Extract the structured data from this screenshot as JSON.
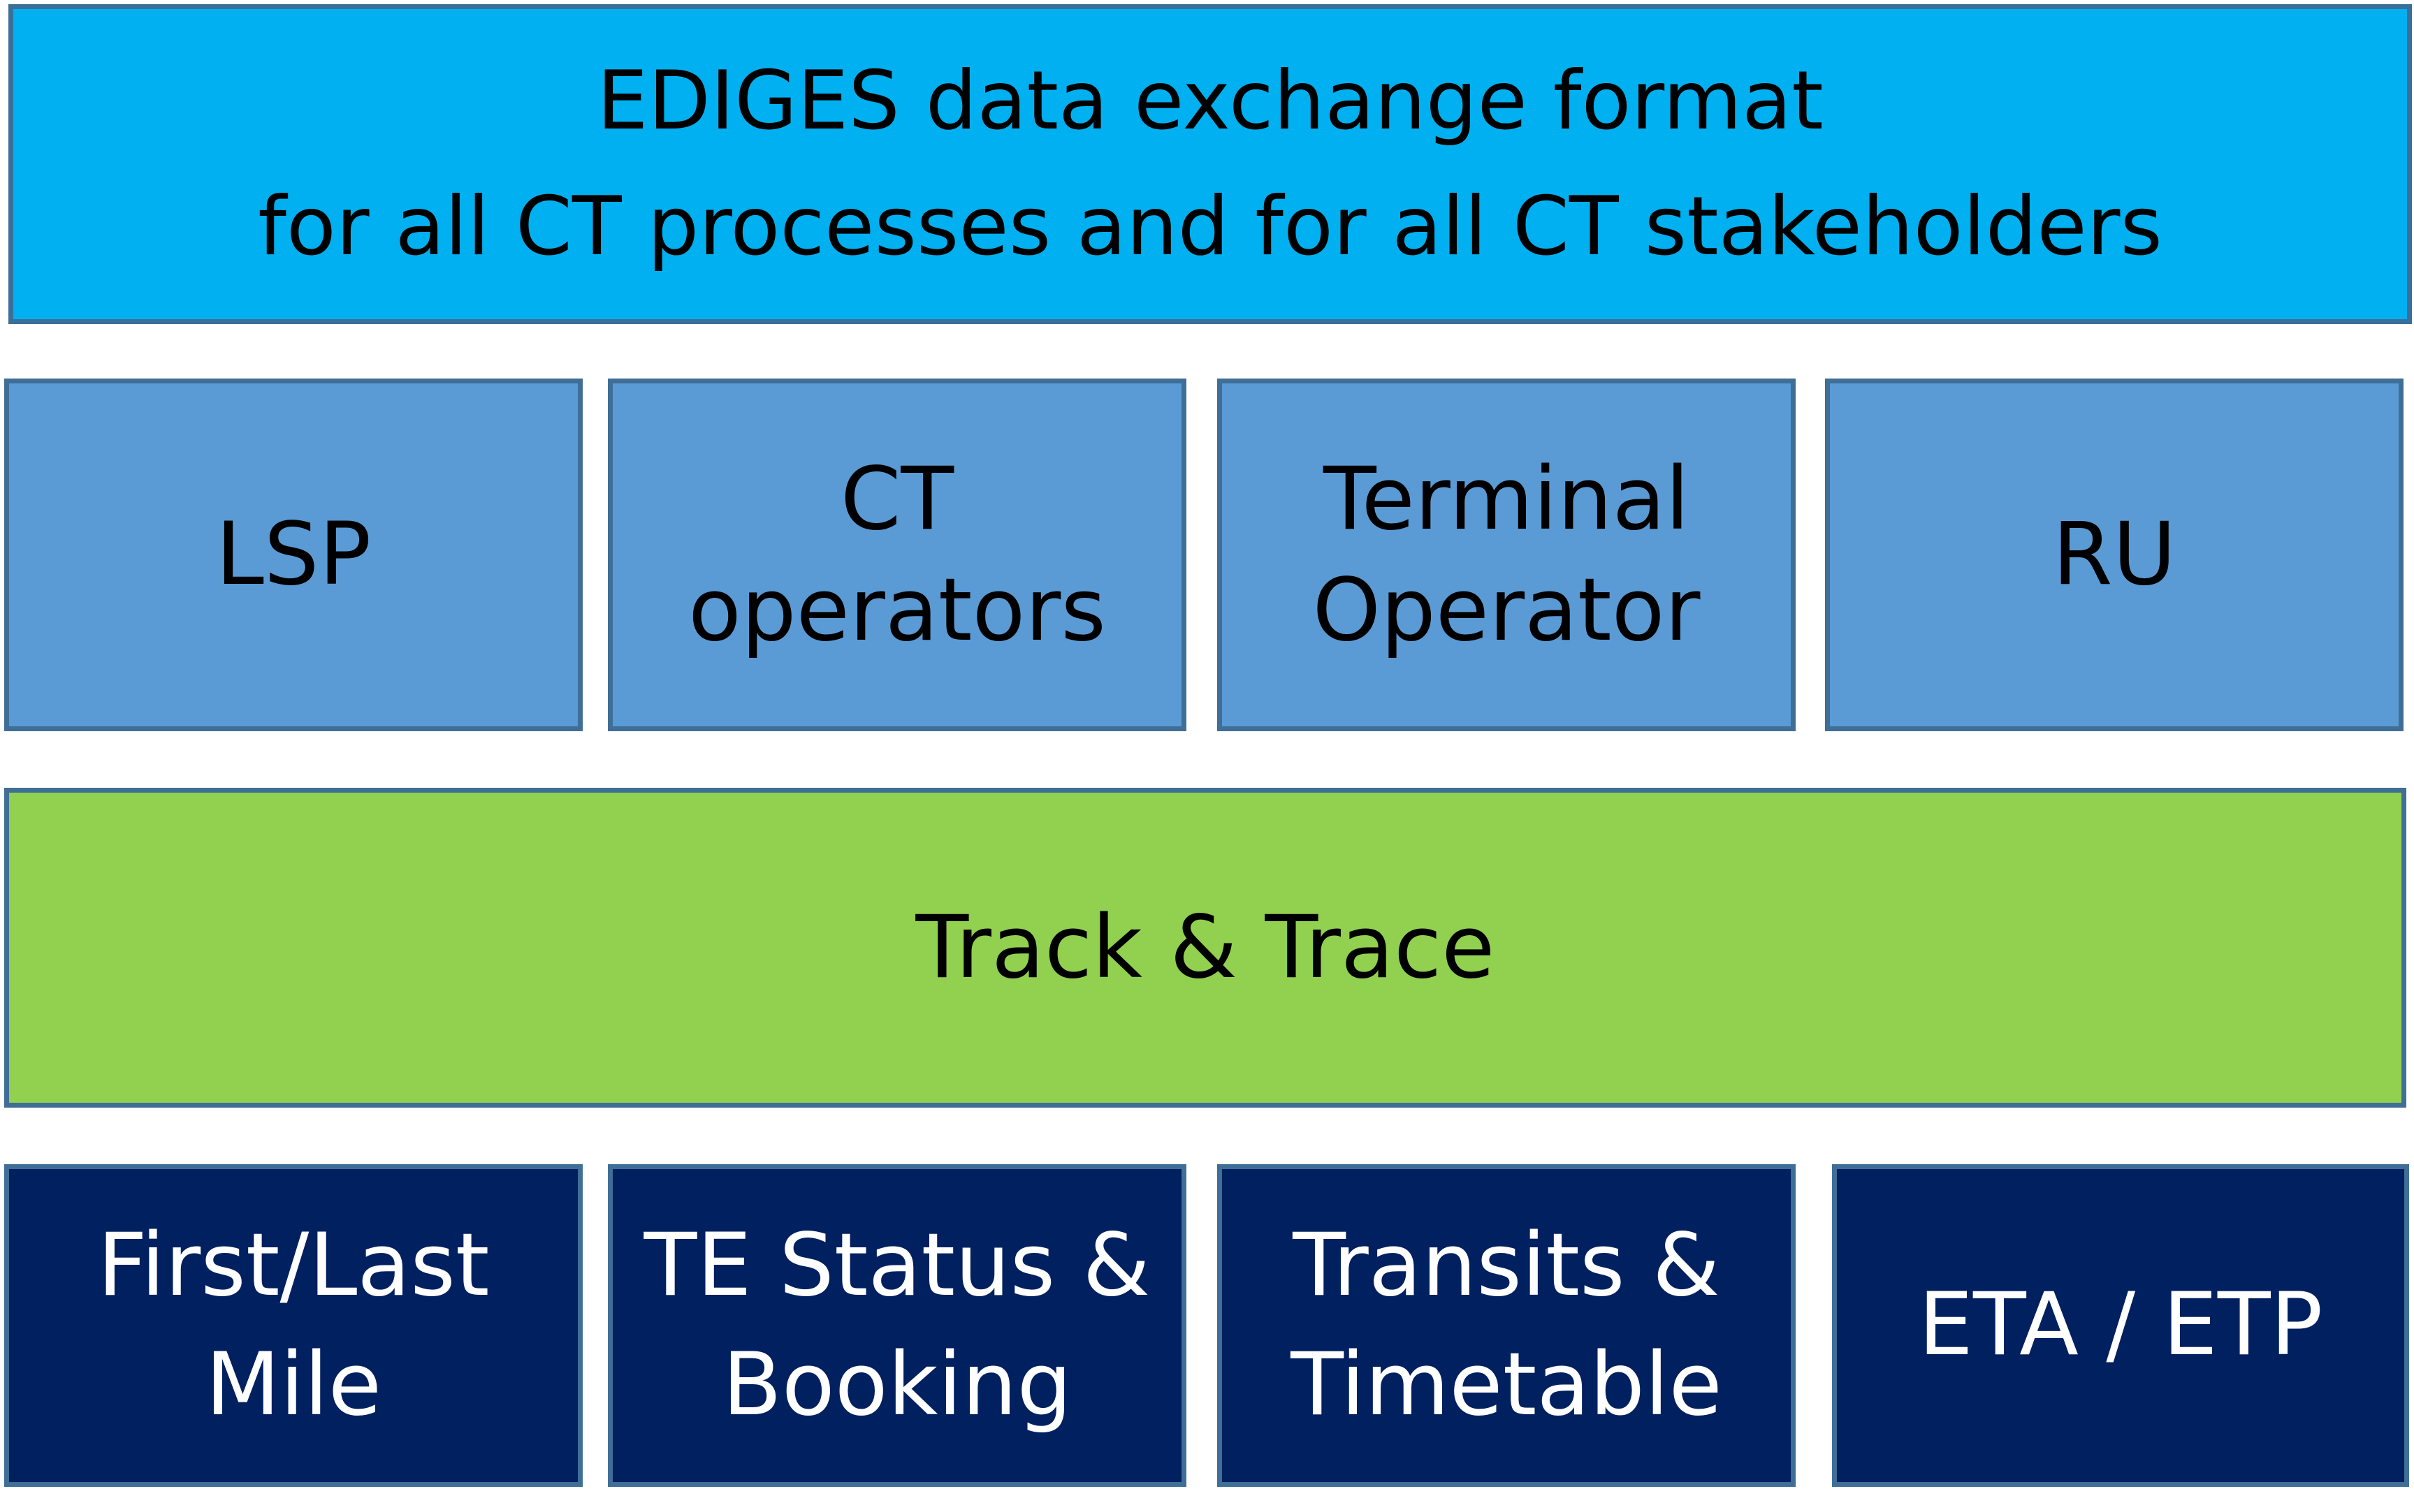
{
  "header": {
    "lines": [
      "EDIGES data exchange format",
      "for all CT processes and for all CT stakeholders"
    ],
    "color": "#00b0f0"
  },
  "stakeholders": {
    "color": "#5b9bd5",
    "items": [
      {
        "lines": [
          "LSP"
        ]
      },
      {
        "lines": [
          "CT",
          "operators"
        ]
      },
      {
        "lines": [
          "Terminal",
          "Operator"
        ]
      },
      {
        "lines": [
          "RU"
        ]
      }
    ]
  },
  "service": {
    "label": "Track & Trace",
    "color": "#92d050"
  },
  "processes": {
    "color": "#002060",
    "items": [
      {
        "lines": [
          "First/Last",
          "Mile"
        ]
      },
      {
        "lines": [
          "TE Status &",
          "Booking"
        ]
      },
      {
        "lines": [
          "Transits &",
          "Timetable"
        ]
      },
      {
        "lines": [
          "ETA / ETP"
        ]
      }
    ]
  }
}
